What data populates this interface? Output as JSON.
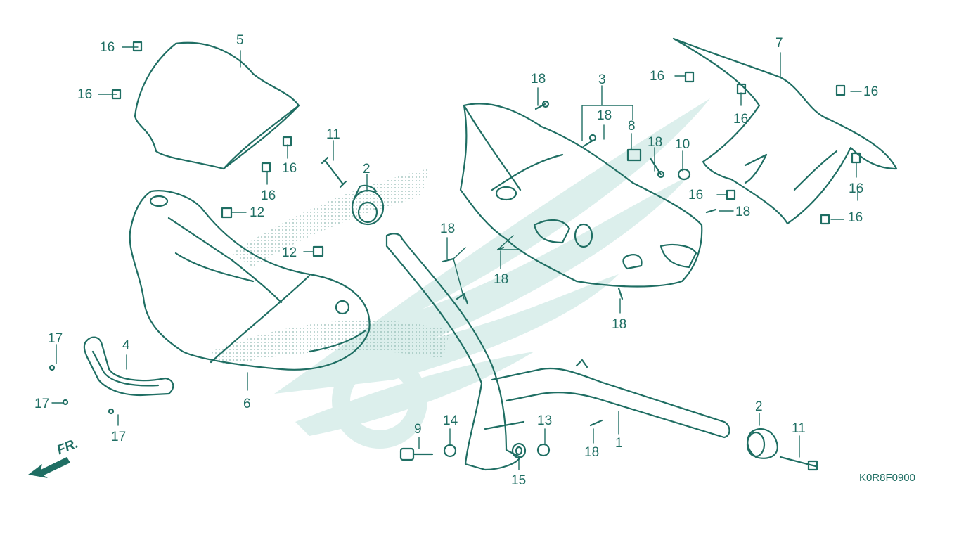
{
  "colors": {
    "line": "#1f6e63",
    "watermark": "#dcefec",
    "dots": "#8fb9b2"
  },
  "direction_label": "FR.",
  "diagram_code": "K0R8F0900",
  "callouts": {
    "c1": "1",
    "c2a": "2",
    "c2b": "2",
    "c3": "3",
    "c4": "4",
    "c5": "5",
    "c6": "6",
    "c7": "7",
    "c8": "8",
    "c9": "9",
    "c10": "10",
    "c11a": "11",
    "c11b": "11",
    "c12a": "12",
    "c12b": "12",
    "c13": "13",
    "c14": "14",
    "c15": "15",
    "c16a": "16",
    "c16b": "16",
    "c16c": "16",
    "c16d": "16",
    "c16e": "16",
    "c16f": "16",
    "c16g": "16",
    "c16h": "16",
    "c16i": "16",
    "c17a": "17",
    "c17b": "17",
    "c17c": "17",
    "c18a": "18",
    "c18b": "18",
    "c18c": "18",
    "c18d": "18",
    "c18e": "18",
    "c18f": "18",
    "c18g": "18",
    "c18h": "18"
  }
}
